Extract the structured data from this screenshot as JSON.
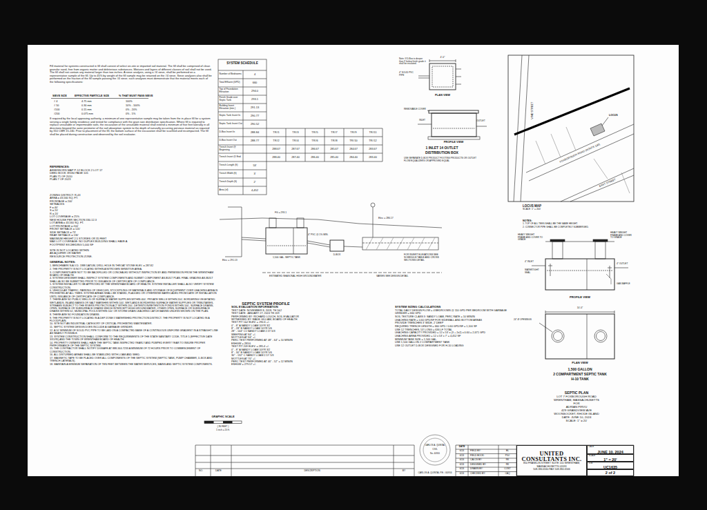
{
  "diagram": {
    "nodes": [
      {
        "text": [
          "UNITED CONSULTANTS INC.",
          "850 FRANKLIN STREET SUITE 11D WRENTHAM, MASSACHUSETTS 02093",
          "508-384-6560 FAX 508-384-6566"
        ]
      },
      {
        "text": [
          "DATE",
          "JUNE 10, 2024"
        ]
      },
      {
        "text": [
          "SCALE",
          "1\" = 20'"
        ]
      },
      {
        "text": [
          "JOB",
          "UC1635"
        ]
      },
      {
        "text": [
          "2 of 2"
        ]
      }
    ],
    "labels": [
      "Fill material for systems constructed in fill shall consist of select on-site or imported soil material. The fill shall be comprised of clean granular sand, free from organic matter and deleterious substances. Mixtures and layers of different classes of soil shall not be used. The fill shall not contain any material larger than two inches. A sieve analysis, using a #4 sieve, shall be performed on a representative sample of the fill. Up to 45% by weight of the fill sample may be retained on the #4 sieve. Sieve analyses also shall be performed on the fraction of the fill sample passing the #4 sieve; such analyses must demonstrate that the material meets each of the following specifications:",
      "SIEVE SIZE",
      "EFFECTIVE PARTICLE SIZE",
      "% THAT MUST PASS SIEVE",
      "# 4",
      "4.75 mm",
      "100%",
      "# 50",
      "0.30 mm",
      "10% - 100%",
      "#100",
      "0.15 mm",
      "0% - 20%",
      "#200",
      "0.075 mm",
      "0% - 5%",
      "If required by the local approving authority, a minimum of one representative sample may be taken from the in-place fill for a system serving a single family residence and tested for compliance with the grain size distribution specification. Where fill is required to replace unsuitable or impermeable soils, the excavation of the unsuitable material shall extend a minimum of five feet laterally in all directions beyond the outer perimeter of the soil absorption system to the depth of naturally occurring pervious material as required by 310 CMR 15.240. Prior to placement of the fill, the bottom surface of the excavation shall be scarified and recompacted. The fill shall be placed during construction and observed by the soil evaluator.",
      "REFERENCES:",
      "ASSESSORS MAP P-12 BLOCK 2 LOT 17",
      "DEED BOOK 39184 PAGE 105",
      "PLAN 71 OF 2010",
      "PLAN 7 OF 2023",
      "ZONING DISTRICT: R-43",
      "AREA = 43,560 SQ. FT.",
      "FRONTAGE = 200'",
      "SETBACKS:",
      "F = 40'",
      "S = 20'",
      "R = 20'",
      "LOT COVERAGE = 25%",
      "NEW HOUSE PER SECTION 330-12.3",
      "LOT AREA = 43,560 SQ. FT.",
      "LOT FRONTAGE = 200'",
      "FRONT SETBACK = 120'",
      "SIDE SETBACK = 73'",
      "REAR SETBACK = 130'",
      "MAXIMUM HEIGHT 2.5 STORIES OR 35 FEET",
      "MAX LOT COVERAGE: NO DUPLEX BUILDING SHALL HAVE A FOOTPRINT EXCEEDING 5,000 SF",
      "SITE IS NOT LOCATED WITHIN",
      "AN AQUIFER OR WATER",
      "RESOURCE PROTECTION ZONE.",
      "GENERAL NOTES:",
      "1. BENCHMARK N.A.V.D. 1988 DATUM, DRILL HOLE IN THROAT STONE ELEV. = 287.82",
      "2. THE PROPERTY IS NOT LOCATED WITHIN A NITROGEN SENSITIVE AREA.",
      "3. COMPONENTS ARE NOT TO BE BACKFILLED OR CONCEALED WITHOUT INSPECTION BY AND PERMISSION FROM THE WRENTHAM BOARD OF HEALTH.",
      "4. SYSTEM DESIGNER SHALL INSPECT SYSTEM COMPONENTS AND SUBMIT COMPONENT AS-BUILT PLAN. FINAL GRADING AS-BUILT SHALL ALSO BE SUBMITTED PRIOR TO ISSUANCE OF CERTIFICATE OF COMPLIANCE.",
      "5. SYSTEM INSTALLER TO BE APPROVED BY THE WRENTHAM BOARD OF HEALTH. SYSTEM INSTALLER SHALL ALSO VERIFY SYSTEM CONSTRUCTION.",
      "6. VEHICULAR TRAFFIC, PARKING OF VEHICLES, STOCKPILING OF MATERIALS AND STORAGE OF EQUIPMENT OVER LEACHING AREA IS PROHIBITED AT ALL TIMES. SYSTEM AREAS SHALL BE STAKED, FLAGGED OR OTHERWISE BARRICADED FROM DATE OF INSTALLATION UNTIL ISSUANCE OF CERTIFICATE OF COMPLIANCE.",
      "7. THERE ARE NO PUBLIC WELLS OR SURFACE WATER SUPPLIES WITHIN 400', PRIVATE WELLS WITHIN 200', BORDERING VEGETATED WETLANDS, INLAND BANKS OR SALT MARSHES WITHIN 100', WETLANDS BORDERING SURFACE WATER SUPPLIES OR TRIBUTARIES, STREAMS SUBJECT TO THE RIVERS PROTECTION ACT WITHIN 200', DETENTION/RETENTION PONDS WITHIN 100', SURFACE DRAINS, OPEN, SURFACE OR SUBSURFACE DRAINS WHICH INTERCEPT HIGH GROUNDWATER, OTHER OPEN, SURFACE OR SUBSURFACE DRAINS WITHIN 50', MUNICIPAL POOLS WITHIN 100' OR STORM DRAIN LEACHING CATCH BASINS UNLESS SHOWN ON THE PLAN.",
      "8. THERE ARE NO FOUNDATION DRAINS.",
      "9. THE PROPERTY IS NOT LOCATED IN A DEP ZONE II WATERSHED PROTECTION DISTRICT. THE PROPERTY IS NOT LOCATED IN A FLOODPLAIN.",
      "10. SITE NOT AN INDUSTRIAL CATEGORY OF CRITICAL PROHIBITED WASTEWATER.",
      "11. SEPTIC SYSTEM DESIGN DOES INCLUDE A GARBAGE GRINDER.",
      "12. A 10' MINIMUM OF SOLID PVC PIPE TO BE LAID ON A COMPACTED BASE OF A CONTINUOUS UNIFORM GRADIENT IN A STRAIGHT LINE AS NEARLY POSSIBLE.",
      "13. SYSTEM CONSTRUCTION SHALL CONFORM TO THE REQUIREMENTS OF THE STATE SANITARY CODE, TITLE 5 (EFFECTIVE DATE 3/31/95) AND THE TOWN OF WRENTHAM BOARD OF HEALTH.",
      "14. PROPERTY OWNERS SHALL HAVE THE SEPTIC TANK INSPECTED YEARLY AND PUMPED EVERY YEAR TO INSURE PROPER PERFORMANCE OF THE SEPTIC SYSTEM.",
      "15. THE CONTRACTOR SHALL NOTIFY DIGSAFE AT 888-344-7233 A MINIMUM OF 72 HOURS PRIOR TO COMMENCEMENT OF CONSTRUCTION.",
      "16. ALL DISTURBED AREAS SHALL BE STABILIZED WITH LOAM AND SEED.",
      "17. MAGNETIC TAPE TO BE PLACED OVER ALL COMPONENTS OF THE SEPTIC SYSTEM (SEPTIC TANK, PUMP CHAMBER, D-BOX AND TRENCH LATERALS).",
      "18. MAINTAIN A MINIMUM SEPARATION OF TEN FEET BETWEEN THE WATER SERVICES, MAINS AND SEPTIC SYSTEM COMPONENTS.",
      "SYSTEM SCHEDULE",
      "Number of Bedrooms",
      "4",
      "Total Effluent (GPD)",
      "660",
      "Top of Foundation Elevation",
      "294.0",
      "Finish Grade over Septic Tank",
      "293.1",
      "Building Invert Elevation (min.)",
      "291.13",
      "Septic Tank Invert In",
      "290.77",
      "Septic Tank Invert Out",
      "290.52",
      "D-Box Invert In",
      "288.84",
      "TR#1",
      "TR#3",
      "TR#5",
      "TR#7",
      "TR#9",
      "TR#11",
      "D-Box Invert Out",
      "288.77",
      "TR#2",
      "TR#4",
      "TR#6",
      "TR#8",
      "TR#10",
      "TR#12",
      "Trench Invert @ Beginning",
      "288.67",
      "287.67",
      "286.67",
      "285.67",
      "284.67",
      "283.67",
      "Trench Invert @ End",
      "288.40",
      "287.40",
      "286.40",
      "285.40",
      "284.40",
      "283.40",
      "Trench Length (ft)",
      "53'",
      "Trench Width (ft)",
      "3'",
      "Trench Depth (ft)",
      "2'",
      "Area (sf)",
      "4,452",
      "Note: If D-Box is deeper than 3' below finish grade it shall be insulated.",
      "4'-0\"",
      "4\" SOLID PVC PIPE",
      "PLAN VIEW",
      "REMOVABLE COVER",
      "INLET",
      "OUTLET",
      "PROFILE VIEW",
      "1 INLET 14 OUTLET",
      "DISTRIBUTION BOX",
      "USE SEPARATE D-BOX PRODUCT FOOTING PRODUCTS OR OUTLET FLOW EQUALIZERS OR APPROVED EQUAL",
      "VINE STREET",
      "FOXBOROUGH ROAD (ROUTE 140)",
      "EAST STREET",
      "LOCUS",
      "LOCUS MAP",
      "SCALE: 1\" = 200'",
      "SEPTIC SYSTEM PROFILE",
      "FG = 293.1",
      "1,500 GAL. SEPTIC TANK",
      "Elev. = 291.13",
      "D-BOX",
      "Elev. = 286.17",
      "4\" PVC @ 1% MIN.",
      "FOR INVERT ELEVATIONS SEE SCHEDULE TABLE AND CROSS SECTIONS DETAIL",
      "VARIES SEE DESIGN DETAIL",
      "ESTIMATED SEASONAL HIGH GROUNDWATER",
      "SOIL EVALUATION INFORMATION",
      "TEST DATE: NOVEMBER 8, 2018, TH 1&2",
      "TEST DATE: JANUARY 27, 2024 TH 209",
      "PERFORMED BY: RICHARD LOUCH, SOIL EVALUATOR",
      "WITNESSED BY: WADE GILLIAM, BOARD OF HEALTH",
      "TEST PIT 1&2 ELEV. = 290.6 +/-",
      "0\" - 8\" A SANDY LOAM 10YR 3/2",
      "8\" - 28\" B SANDY LOAM 10YR 5/6",
      "28\" - 144\" C1 SANDY LOAM 2.5Y 6/3",
      "WEEPING AT 84\" +/-",
      "MOTTLES AT 84\" +/-",
      "PERC TEST PERFORMED AT 48\" - 64\" = 10 MIN/IN",
      "ESHGW = 283.6",
      "TEST PIT 209 ELEV. = 285.4 +/-",
      "0\" - 8\" A SANDY LOAM 10YR 3/2",
      "8\" - 30\" B SANDY LOAM 10YR 5/6",
      "30\" - 132\" C SANDY LOAM 2.5Y 5/3",
      "MOTTLES AT 70\" +/-",
      "PERC TEST PERFORMED AT 40\" - 52\" = 12 MIN/IN",
      "ESHGW = 279.57 +/-",
      "SYSTEM SIZING CALCULATIONS",
      "TOTAL DAILY DESIGN FLOW = 4 BEDROOMS @ 110 GPD PER BEDROOM WITH GARBAGE GRINDER = 660 GPD",
      "SOIL TEXTURE CLASS II: SANDY LOAM, PERC RATE = 10 MIN/IN",
      "LEACHING RATE = 0.60 GPD/SF FOR SIDEWALL AND BOTTOM AREAS",
      "PROVIDE TRENCHES 3' WIDE, 2' DEEP",
      "REQUIRED TRENCH LENGTH = 660 GPD / 0.60 GPD/SF = 1,100 SF",
      "USE 12 TRENCHES, 53' LONG = 636 LF TOTAL",
      "LEACHING CAPACITY PROVIDED = 12 x 53' x (3 + 2x2) x 0.60 = 2,671 GPD",
      "LEACHING AREA PROVIDED = 12 x 53' x 7' = 4,452 SF",
      "MINIMUM TANK SIZE = 1,500 GAL.",
      "USE 1,500 GALLON 2 COMPARTMENT TANK",
      "USE 12 OUTLET D-BOX DESIGNED FOR H-10 LOADING",
      "NOTES:",
      "1. TOP OF ALL TEES SHALL BE THE SAME HEIGHT.",
      "2. CONNECTOR PIPE SHALL BE COMPLETELY SUBMERGED.",
      "HEAVY WEIGHT FRAME AND COVER TO GRADE",
      "HEAVY WEIGHT FRAME AND COVER TO GRADE",
      "4\" INLET",
      "4\" OUTLET",
      "WATERTIGHT SEAL",
      "GAS BAFFLE",
      "PROFILE VIEW",
      "10'-0\"",
      "24\" Ø OPENINGS",
      "PLAN VIEW",
      "1,500 GALLON",
      "2 COMPARTMENT SEPTIC TANK",
      "H-10 TANK",
      "SEPTIC PLAN",
      "LOT 7 FOXBOROUGH ROAD",
      "WRENTHAM, MASSACHUSETTS",
      "FOR",
      "ADRIAN PIRVU",
      "429 GRANDVIEW AVE",
      "WOONSOCKET, RHODE ISLAND",
      "DATE: JUNE 10, 2024",
      "SCALE: 1\" = 20'",
      "GRAPHIC SCALE",
      "( IN FEET )",
      "1 inch = 20 ft.",
      "NO.",
      "DATE",
      "DESCRIPTION",
      "BY",
      "CARLOS A. QUINTAL",
      "CIVIL",
      "No. 40916",
      "CARLOS A. QUINTAL P.E. #40916",
      "DATE",
      "6/24",
      "FIELD BY:",
      "BL",
      "6/24",
      "FIELD BOOK:",
      "PG#",
      "6/24",
      "CALCS BY:",
      "RK",
      "6/24",
      "DESIGNED BY:",
      "RK",
      "6/24",
      "DRAWN BY:",
      "CONT",
      "6/24",
      "CHECKED BY:",
      "CAQ"
    ]
  }
}
